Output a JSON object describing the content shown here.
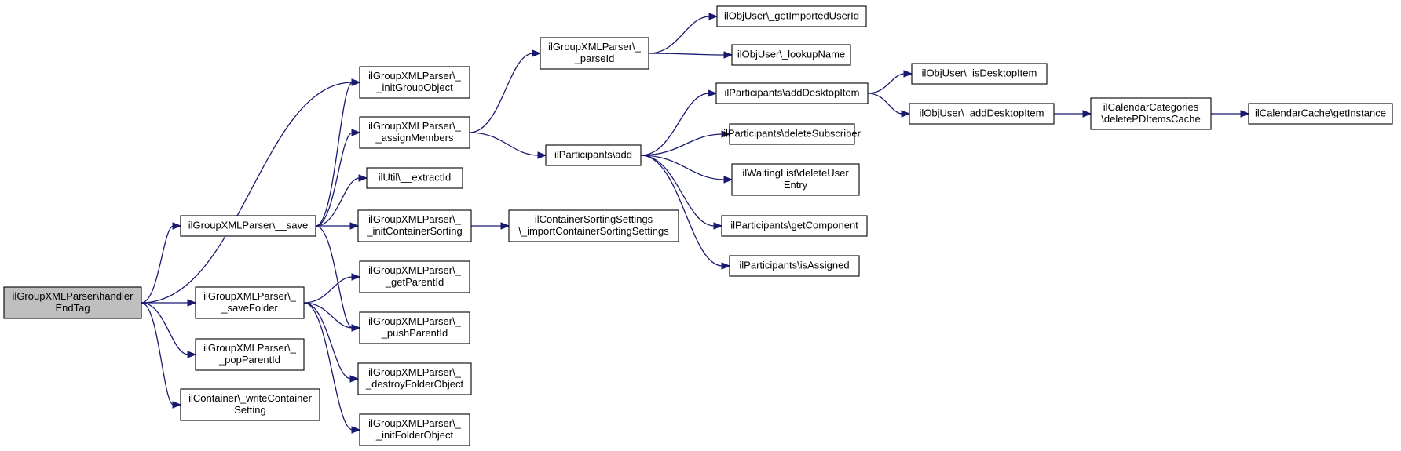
{
  "colors": {
    "edge": "#191970",
    "root_fill": "#bfbfbf",
    "node_fill": "#ffffff",
    "node_border": "#000000"
  },
  "nodes": [
    {
      "id": "root",
      "lines": [
        "ilGroupXMLParser\\handler",
        "EndTag"
      ],
      "root": true
    },
    {
      "id": "save",
      "lines": [
        "ilGroupXMLParser\\__save"
      ]
    },
    {
      "id": "saveFolder",
      "lines": [
        "ilGroupXMLParser\\_",
        "_saveFolder"
      ]
    },
    {
      "id": "popParentId",
      "lines": [
        "ilGroupXMLParser\\_",
        "_popParentId"
      ]
    },
    {
      "id": "writeContainer",
      "lines": [
        "ilContainer\\_writeContainer",
        "Setting"
      ]
    },
    {
      "id": "initGroupObject",
      "lines": [
        "ilGroupXMLParser\\_",
        "_initGroupObject"
      ]
    },
    {
      "id": "assignMembers",
      "lines": [
        "ilGroupXMLParser\\_",
        "_assignMembers"
      ]
    },
    {
      "id": "extractId",
      "lines": [
        "ilUtil\\__extractId"
      ]
    },
    {
      "id": "initContainerSorting",
      "lines": [
        "ilGroupXMLParser\\_",
        "_initContainerSorting"
      ]
    },
    {
      "id": "getParentId",
      "lines": [
        "ilGroupXMLParser\\_",
        "_getParentId"
      ]
    },
    {
      "id": "pushParentId",
      "lines": [
        "ilGroupXMLParser\\_",
        "_pushParentId"
      ]
    },
    {
      "id": "destroyFolderObject",
      "lines": [
        "ilGroupXMLParser\\_",
        "_destroyFolderObject"
      ]
    },
    {
      "id": "initFolderObject",
      "lines": [
        "ilGroupXMLParser\\_",
        "_initFolderObject"
      ]
    },
    {
      "id": "parseId",
      "lines": [
        "ilGroupXMLParser\\_",
        "_parseId"
      ]
    },
    {
      "id": "participantsAdd",
      "lines": [
        "ilParticipants\\add"
      ]
    },
    {
      "id": "importSorting",
      "lines": [
        "ilContainerSortingSettings",
        "\\_importContainerSortingSettings"
      ]
    },
    {
      "id": "getImportedUserId",
      "lines": [
        "ilObjUser\\_getImportedUserId"
      ]
    },
    {
      "id": "lookupName",
      "lines": [
        "ilObjUser\\_lookupName"
      ]
    },
    {
      "id": "addDesktopItem",
      "lines": [
        "ilParticipants\\addDesktopItem"
      ]
    },
    {
      "id": "deleteSubscriber",
      "lines": [
        "ilParticipants\\deleteSubscriber"
      ]
    },
    {
      "id": "deleteUserEntry",
      "lines": [
        "ilWaitingList\\deleteUser",
        "Entry"
      ]
    },
    {
      "id": "getComponent",
      "lines": [
        "ilParticipants\\getComponent"
      ]
    },
    {
      "id": "isAssigned",
      "lines": [
        "ilParticipants\\isAssigned"
      ]
    },
    {
      "id": "isDesktopItem",
      "lines": [
        "ilObjUser\\_isDesktopItem"
      ]
    },
    {
      "id": "objAddDesktopItem",
      "lines": [
        "ilObjUser\\_addDesktopItem"
      ]
    },
    {
      "id": "deletePDItemsCache",
      "lines": [
        "ilCalendarCategories",
        "\\deletePDItemsCache"
      ]
    },
    {
      "id": "getInstance",
      "lines": [
        "ilCalendarCache\\getInstance"
      ]
    }
  ],
  "edges": [
    [
      "root",
      "save"
    ],
    [
      "root",
      "saveFolder"
    ],
    [
      "root",
      "popParentId"
    ],
    [
      "root",
      "writeContainer"
    ],
    [
      "root",
      "initGroupObject"
    ],
    [
      "save",
      "initGroupObject"
    ],
    [
      "save",
      "assignMembers"
    ],
    [
      "save",
      "extractId"
    ],
    [
      "save",
      "initContainerSorting"
    ],
    [
      "save",
      "pushParentId"
    ],
    [
      "saveFolder",
      "getParentId"
    ],
    [
      "saveFolder",
      "pushParentId"
    ],
    [
      "saveFolder",
      "destroyFolderObject"
    ],
    [
      "saveFolder",
      "initFolderObject"
    ],
    [
      "assignMembers",
      "parseId"
    ],
    [
      "assignMembers",
      "participantsAdd"
    ],
    [
      "initContainerSorting",
      "importSorting"
    ],
    [
      "parseId",
      "getImportedUserId"
    ],
    [
      "parseId",
      "lookupName"
    ],
    [
      "participantsAdd",
      "addDesktopItem"
    ],
    [
      "participantsAdd",
      "deleteSubscriber"
    ],
    [
      "participantsAdd",
      "deleteUserEntry"
    ],
    [
      "participantsAdd",
      "getComponent"
    ],
    [
      "participantsAdd",
      "isAssigned"
    ],
    [
      "addDesktopItem",
      "isDesktopItem"
    ],
    [
      "addDesktopItem",
      "objAddDesktopItem"
    ],
    [
      "objAddDesktopItem",
      "deletePDItemsCache"
    ],
    [
      "deletePDItemsCache",
      "getInstance"
    ]
  ]
}
